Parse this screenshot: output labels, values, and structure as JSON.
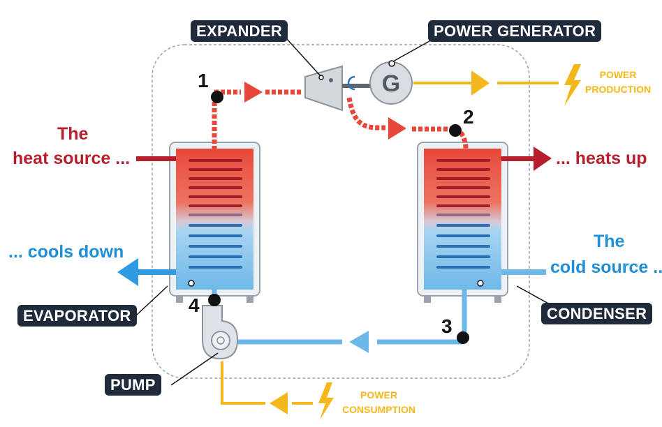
{
  "labels": {
    "expander": "EXPANDER",
    "power_generator": "POWER GENERATOR",
    "evaporator": "EVAPORATOR",
    "condenser": "CONDENSER",
    "pump": "PUMP"
  },
  "text": {
    "heat_source_line1": "The",
    "heat_source_line2": "heat source ...",
    "heats_up": "... heats up",
    "cools_down": "... cools down",
    "cold_source_line1": "The",
    "cold_source_line2": "cold source ..",
    "power_production_line1": "POWER",
    "power_production_line2": "PRODUCTION",
    "power_consumption_line1": "POWER",
    "power_consumption_line2": "CONSUMPTION",
    "generator_letter": "G"
  },
  "points": [
    "1",
    "2",
    "3",
    "4"
  ],
  "colors": {
    "hot": "#e8483a",
    "hot_dark": "#b51f2e",
    "cold": "#6db8e8",
    "cold_dark": "#1f8fd6",
    "power": "#f5b81c",
    "label_bg": "#1f2b3a"
  },
  "icons": [
    "lightning-icon",
    "generator-icon",
    "expander-icon",
    "pump-icon"
  ]
}
